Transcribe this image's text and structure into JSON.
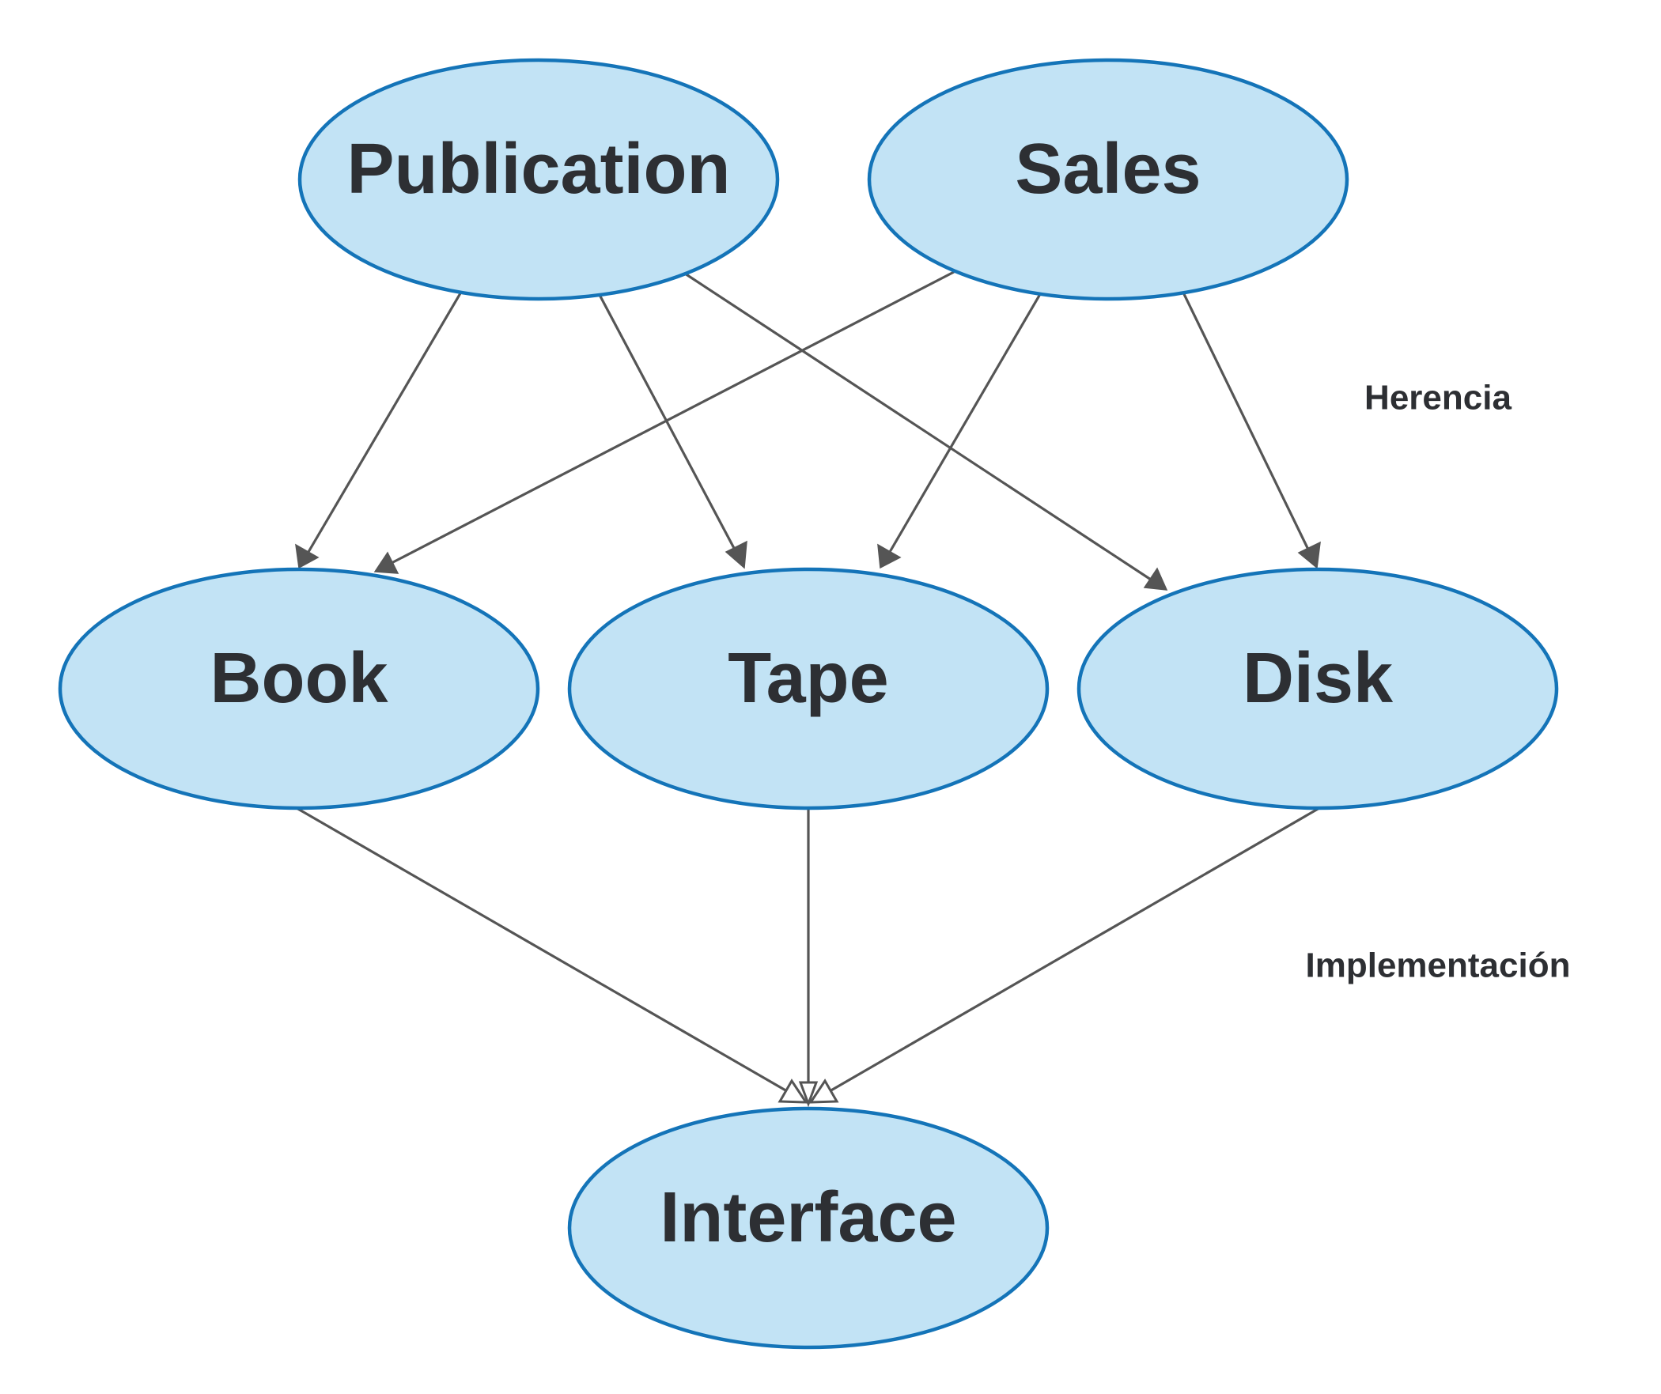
{
  "colors": {
    "node_fill": "#c2e3f5",
    "node_stroke": "#1474b8",
    "node_text": "#2d2f33",
    "edge": "#555555"
  },
  "nodes": {
    "publication": "Publication",
    "sales": "Sales",
    "book": "Book",
    "tape": "Tape",
    "disk": "Disk",
    "interface": "Interface"
  },
  "edge_groups": {
    "inheritance_label": "Herencia",
    "implementation_label": "Implementación"
  },
  "edges": [
    {
      "from": "publication",
      "to": "book",
      "kind": "inheritance"
    },
    {
      "from": "publication",
      "to": "tape",
      "kind": "inheritance"
    },
    {
      "from": "publication",
      "to": "disk",
      "kind": "inheritance"
    },
    {
      "from": "sales",
      "to": "book",
      "kind": "inheritance"
    },
    {
      "from": "sales",
      "to": "tape",
      "kind": "inheritance"
    },
    {
      "from": "sales",
      "to": "disk",
      "kind": "inheritance"
    },
    {
      "from": "book",
      "to": "interface",
      "kind": "implementation"
    },
    {
      "from": "tape",
      "to": "interface",
      "kind": "implementation"
    },
    {
      "from": "disk",
      "to": "interface",
      "kind": "implementation"
    }
  ]
}
